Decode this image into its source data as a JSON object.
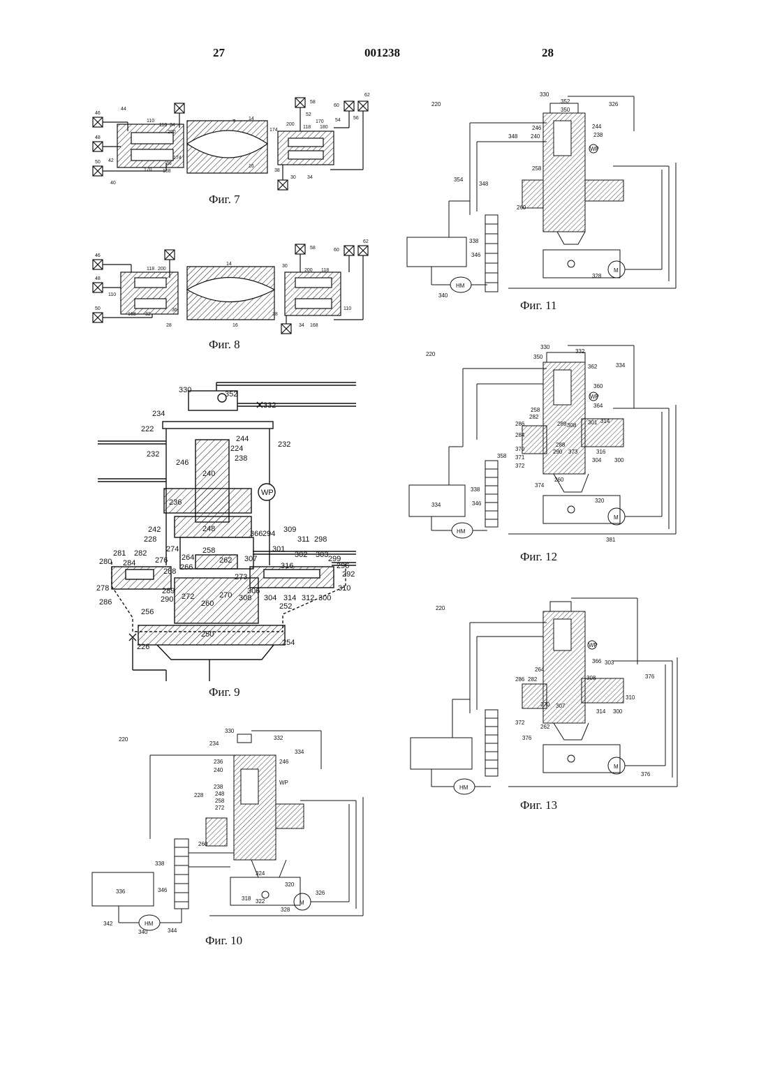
{
  "header": {
    "left_page": "27",
    "doc_number": "001238",
    "right_page": "28"
  },
  "captions": {
    "fig7": "Фиг. 7",
    "fig8": "Фиг. 8",
    "fig9": "Фиг. 9",
    "fig10": "Фиг. 10",
    "fig11": "Фиг. 11",
    "fig12": "Фиг. 12",
    "fig13": "Фиг. 13"
  },
  "fig7": {
    "labels": [
      "46",
      "44",
      "48",
      "42",
      "50",
      "40",
      "110",
      "118",
      "24",
      "200",
      "168",
      "170",
      "36",
      "174",
      "T",
      "14",
      "16",
      "174",
      "38",
      "30",
      "34",
      "200",
      "118",
      "170",
      "180",
      "58",
      "52",
      "60",
      "54",
      "56",
      "62"
    ]
  },
  "fig8": {
    "labels": [
      "46",
      "48",
      "50",
      "110",
      "118",
      "200",
      "168",
      "32",
      "36",
      "28",
      "14",
      "16",
      "30",
      "200",
      "118",
      "58",
      "60",
      "62",
      "38",
      "34",
      "168",
      "110"
    ]
  },
  "fig9": {
    "labels": [
      "330",
      "352",
      "332",
      "234",
      "222",
      "232",
      "244",
      "224",
      "238",
      "246",
      "232",
      "240",
      "WP",
      "236",
      "248",
      "242",
      "228",
      "366",
      "294",
      "309",
      "311",
      "298",
      "274",
      "258",
      "264",
      "262",
      "281",
      "282",
      "276",
      "301",
      "302",
      "303",
      "299",
      "280",
      "284",
      "266",
      "316",
      "296",
      "292",
      "288",
      "307",
      "278",
      "289",
      "290",
      "273",
      "306",
      "304",
      "314",
      "312",
      "300",
      "310",
      "286",
      "272",
      "270",
      "308",
      "256",
      "260",
      "252",
      "254",
      "250",
      "226"
    ]
  },
  "fig10": {
    "labels": [
      "220",
      "330",
      "332",
      "234",
      "334",
      "236",
      "246",
      "240",
      "238",
      "WP",
      "228",
      "248",
      "258",
      "272",
      "260",
      "338",
      "336",
      "346",
      "340",
      "342",
      "344",
      "HM",
      "324",
      "318",
      "320",
      "322",
      "326",
      "328",
      "M"
    ]
  },
  "fig11": {
    "labels": [
      "330",
      "352",
      "326",
      "350",
      "220",
      "246",
      "244",
      "240",
      "238",
      "348",
      "WP",
      "258",
      "354",
      "348",
      "260",
      "338",
      "346",
      "340",
      "HM",
      "328",
      "M"
    ]
  },
  "fig12": {
    "labels": [
      "330",
      "332",
      "334",
      "350",
      "362",
      "220",
      "360",
      "WP",
      "364",
      "258",
      "286",
      "282",
      "289",
      "308",
      "301",
      "314",
      "358",
      "370",
      "371",
      "372",
      "288",
      "290",
      "373",
      "304",
      "316",
      "300",
      "284",
      "260",
      "374",
      "320",
      "334",
      "338",
      "346",
      "HM",
      "M",
      "381"
    ]
  },
  "fig13": {
    "labels": [
      "220",
      "WP",
      "366",
      "303",
      "264",
      "286",
      "282",
      "308",
      "376",
      "270",
      "307",
      "262",
      "310",
      "314",
      "300",
      "372",
      "376",
      "HM",
      "M",
      "376"
    ]
  }
}
